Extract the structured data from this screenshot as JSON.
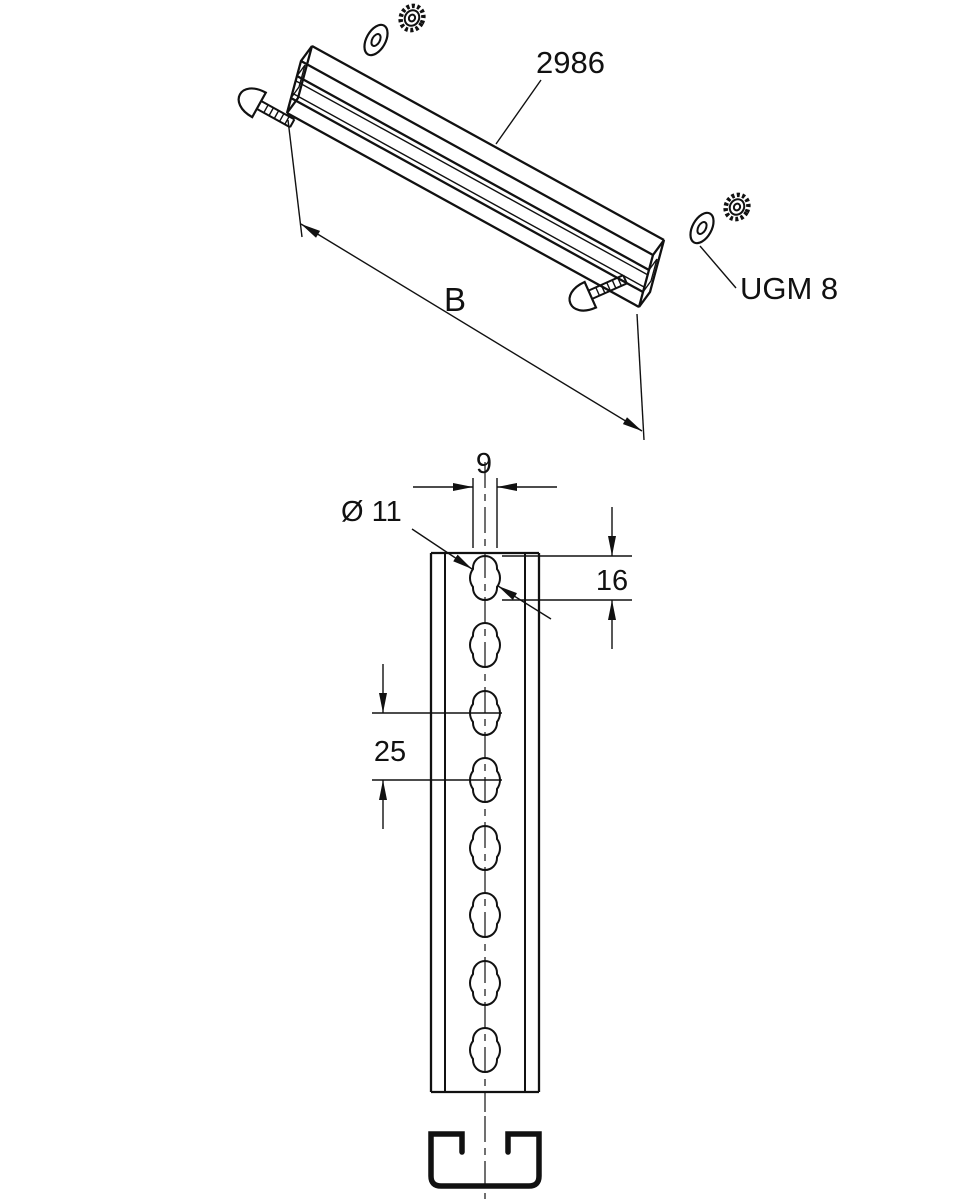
{
  "drawing": {
    "isometric_view": {
      "part_number_label": "2986",
      "hardware_label": "UGM 8",
      "length_dimension_label": "B"
    },
    "front_view": {
      "slot_width_dimension": "9",
      "hole_diameter_dimension": "Ø 11",
      "slot_length_dimension": "16",
      "hole_pitch_dimension": "25"
    },
    "colors": {
      "ink": "#111111",
      "background": "#ffffff"
    }
  }
}
